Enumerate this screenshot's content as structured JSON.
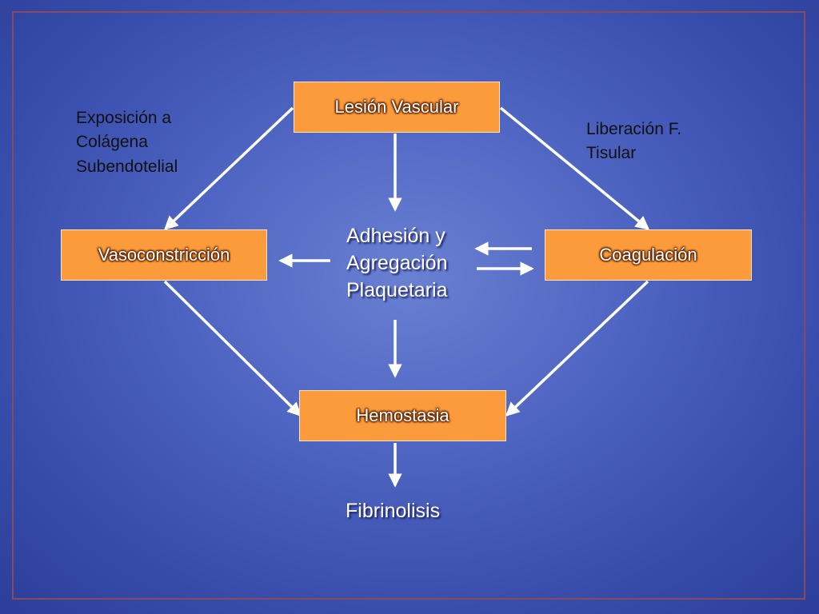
{
  "nodes": {
    "lesion": "Lesión Vascular",
    "vasoconstriccion": "Vasoconstricción",
    "coagulacion": "Coagulación",
    "hemostasia": "Hemostasia",
    "adhesion": [
      "Adhesión y",
      "Agregación",
      "Plaquetaria"
    ],
    "fibrinolisis": "Fibrinolisis"
  },
  "notes": {
    "left": [
      "Exposición a",
      "Colágena",
      "Subendotelial"
    ],
    "right": [
      "Liberación F.",
      "Tisular"
    ]
  },
  "colors": {
    "box_fill": "#fb9b3b",
    "arrow": "#ffffff",
    "frame": "#8a4a5e"
  }
}
